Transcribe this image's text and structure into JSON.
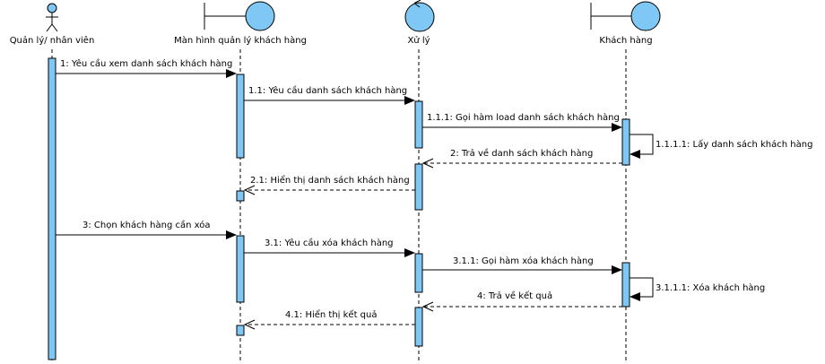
{
  "participants": [
    {
      "id": "actor",
      "label": "Quản lý/ nhân viên",
      "kind": "actor"
    },
    {
      "id": "boundary",
      "label": "Màn hình quản lý  khách hàng",
      "kind": "boundary"
    },
    {
      "id": "control",
      "label": "Xử lý",
      "kind": "control"
    },
    {
      "id": "entity",
      "label": "Khách hàng",
      "kind": "boundary"
    }
  ],
  "messages": [
    {
      "label": "1: Yêu cầu xem danh sách khách hàng",
      "kind": "call"
    },
    {
      "label": "1.1: Yêu cầu danh sách  khách hàng",
      "kind": "call"
    },
    {
      "label": "1.1.1: Gọi hàm load danh sách  khách hàng",
      "kind": "call"
    },
    {
      "label": "1.1.1.1: Lấy danh sách  khách hàng",
      "kind": "self"
    },
    {
      "label": "2: Trả về danh sách  khách hàng",
      "kind": "return"
    },
    {
      "label": "2.1: Hiển thị danh sách  khách hàng",
      "kind": "return"
    },
    {
      "label": "3: Chọn khách hàng cần xóa",
      "kind": "call"
    },
    {
      "label": "3.1: Yêu cầu xóa  khách hàng",
      "kind": "call"
    },
    {
      "label": "3.1.1: Gọi hàm xóa  khách hàng",
      "kind": "call"
    },
    {
      "label": "3.1.1.1: Xóa  khách hàng",
      "kind": "self"
    },
    {
      "label": "4: Trả về kết quả",
      "kind": "return"
    },
    {
      "label": "4.1: Hiển thị kết quả",
      "kind": "return"
    }
  ]
}
